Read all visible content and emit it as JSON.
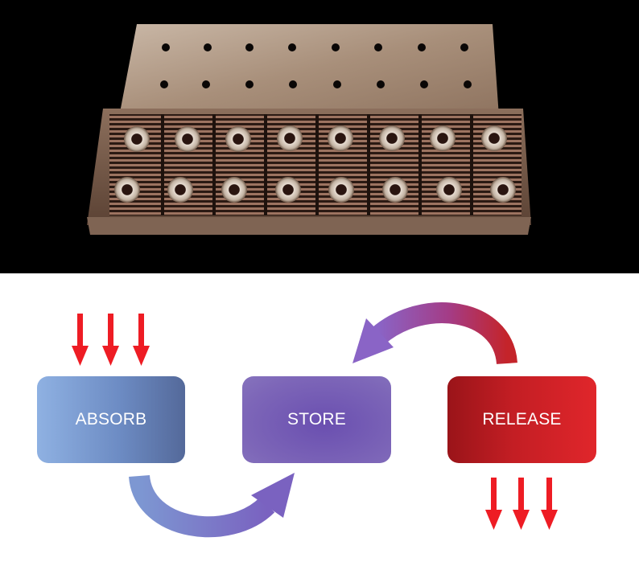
{
  "photo": {
    "subject": "heat-sink-plate-photo"
  },
  "diagram": {
    "stages": [
      {
        "id": "absorb",
        "label": "ABSORB"
      },
      {
        "id": "store",
        "label": "STORE"
      },
      {
        "id": "release",
        "label": "RELEASE"
      }
    ],
    "colors": {
      "absorb": "#6d8cc4",
      "store": "#7d66b8",
      "release": "#c41e24",
      "heat_arrow": "#ee1c24"
    }
  }
}
